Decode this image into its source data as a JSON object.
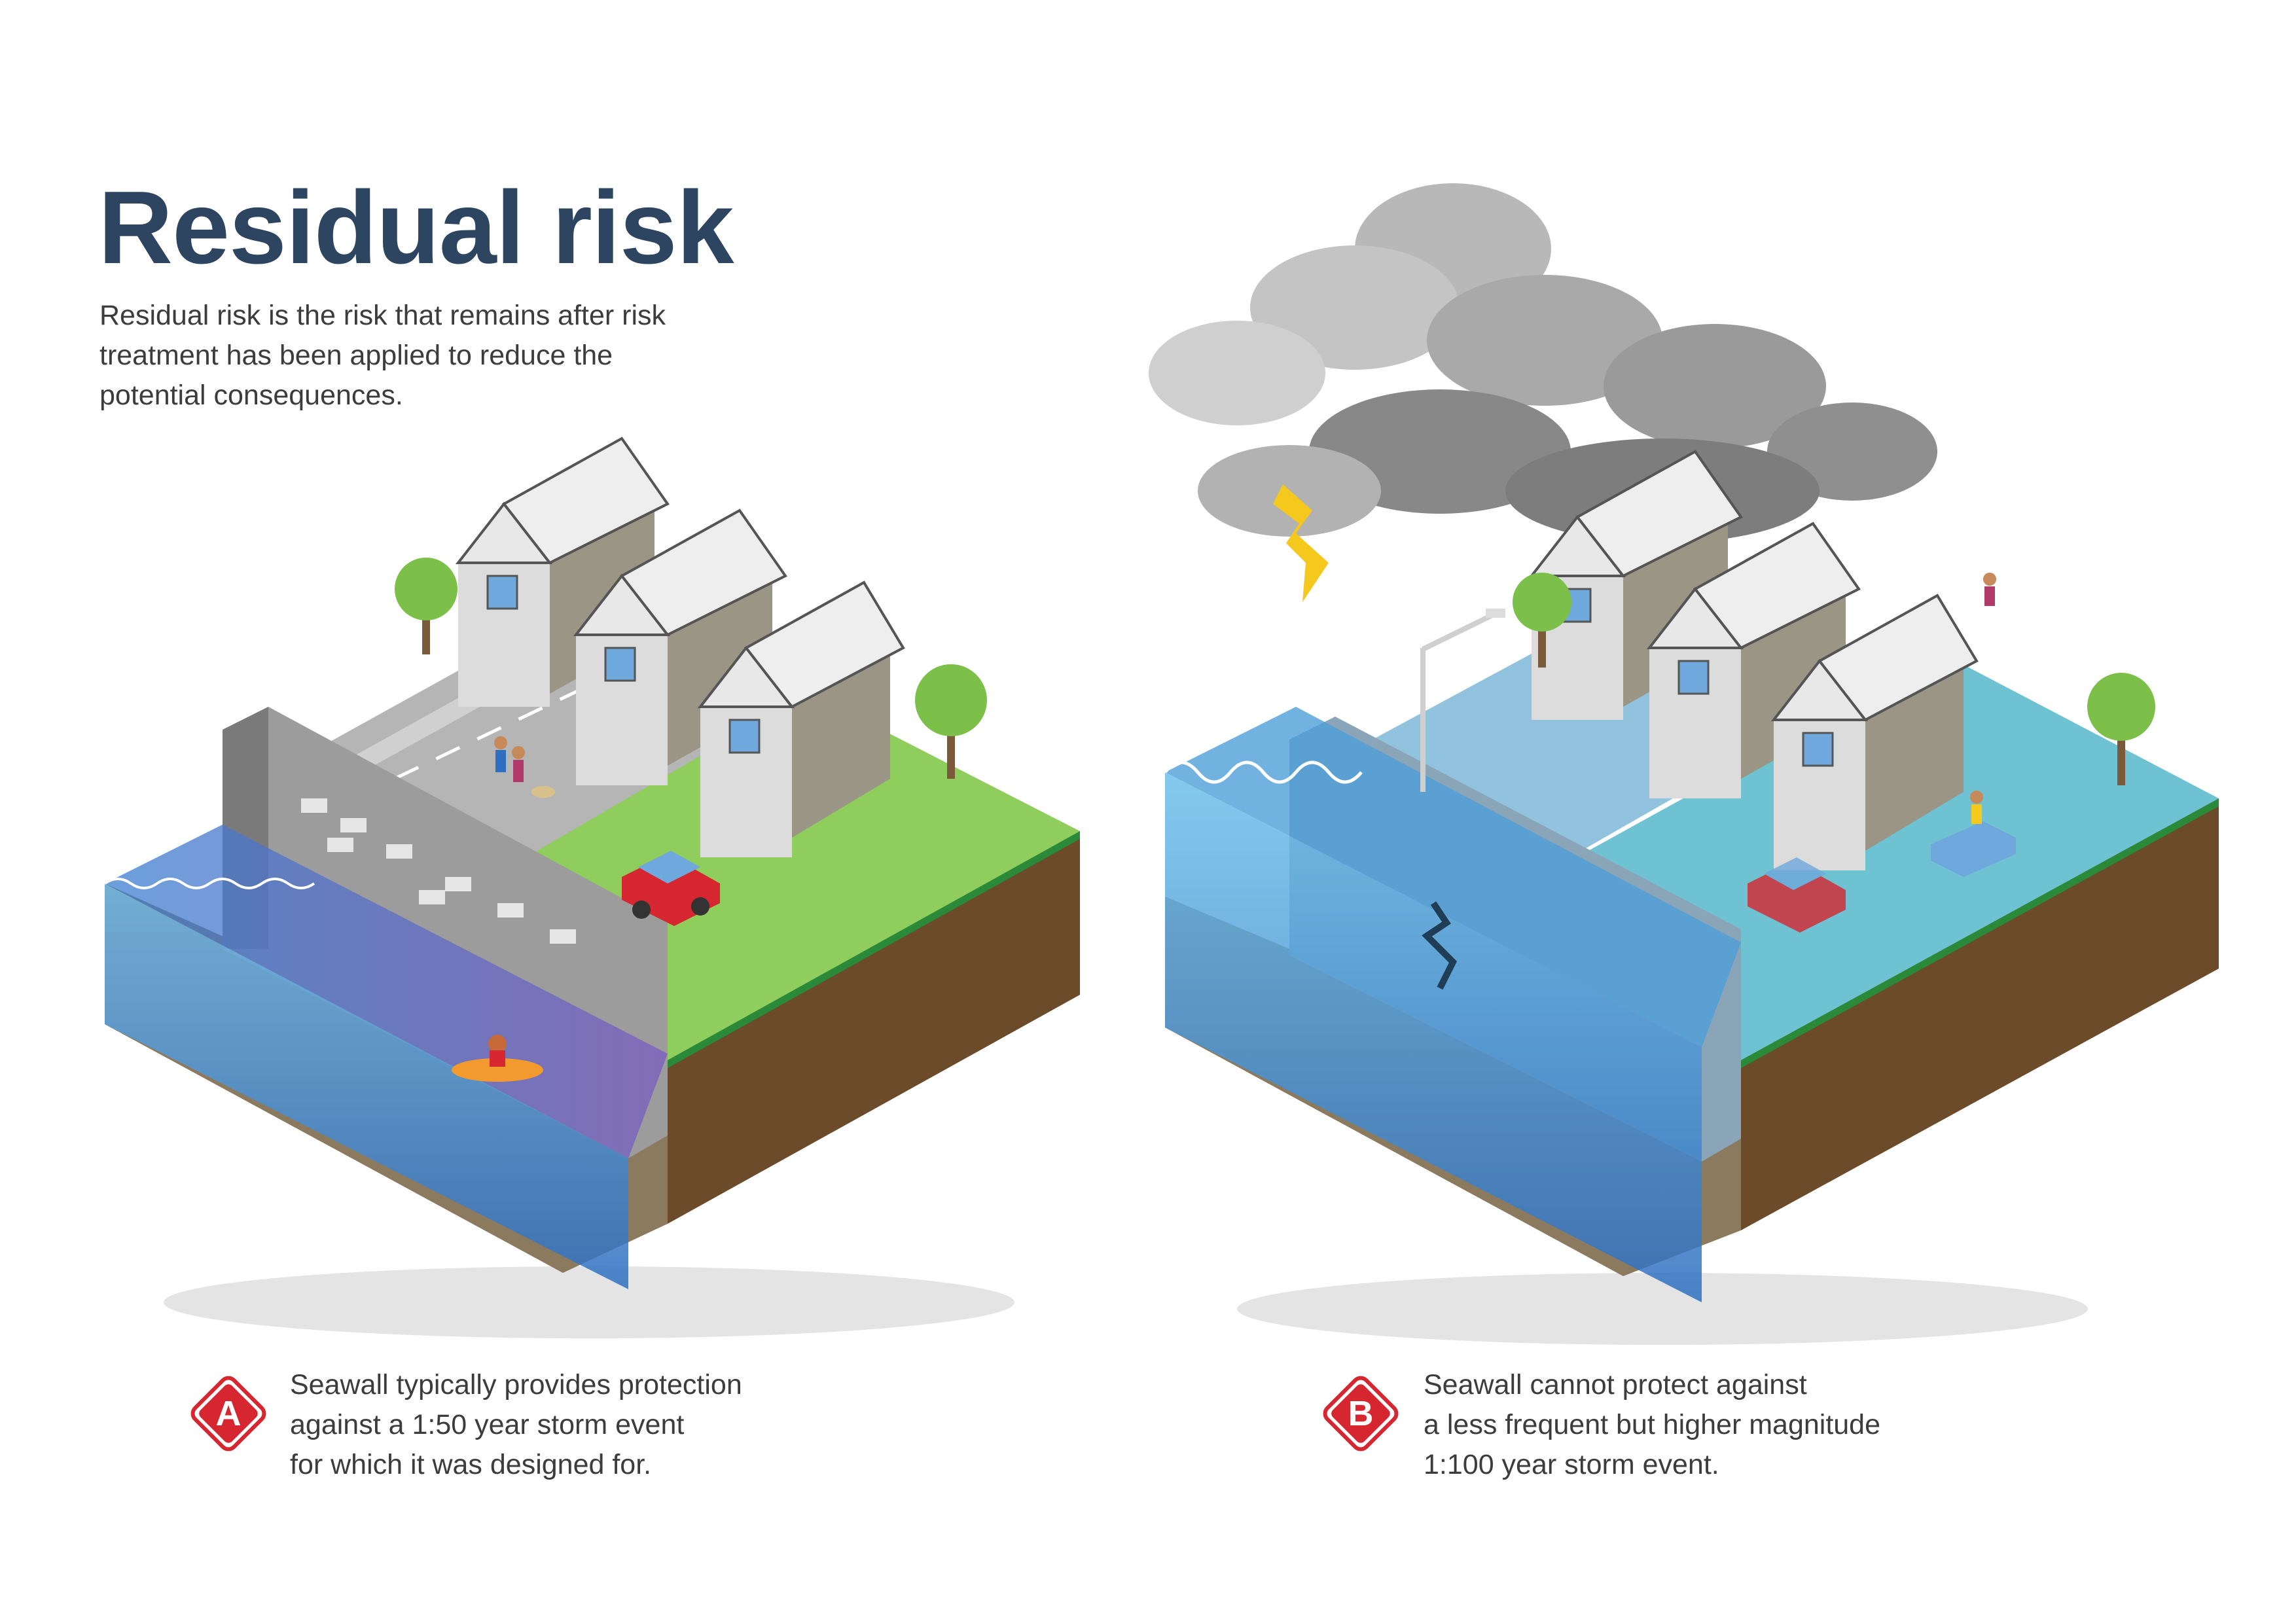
{
  "title": "Residual risk",
  "intro": [
    "Residual risk is the risk that remains after risk",
    "treatment has been applied to reduce the",
    "potential consequences."
  ],
  "scenario_a": {
    "badge": "A",
    "caption": [
      "Seawall typically provides protection",
      "against a 1:50 year storm event",
      "for which it was designed for."
    ]
  },
  "scenario_b": {
    "badge": "B",
    "caption": [
      "Seawall cannot protect against",
      "a less frequent but higher magnitude",
      "1:100 year storm event."
    ]
  },
  "colors": {
    "title": "#2d4560",
    "badge": "#d6262f",
    "water": "#3f8fd0",
    "grass": "#8fcd5c",
    "soil": "#6b4b2a",
    "wall": "#b9b9b9",
    "house_roof": "#e8e8e8",
    "house_wall": "#9a9584",
    "car": "#d6262f",
    "cloud": "#9a9a9a",
    "lightning": "#f5c81e"
  },
  "icons": [
    "house-icon",
    "tree-icon",
    "car-icon",
    "kayak-icon",
    "storm-cloud-icon",
    "lightning-icon",
    "street-lamp-icon",
    "person-icon",
    "dog-icon"
  ]
}
